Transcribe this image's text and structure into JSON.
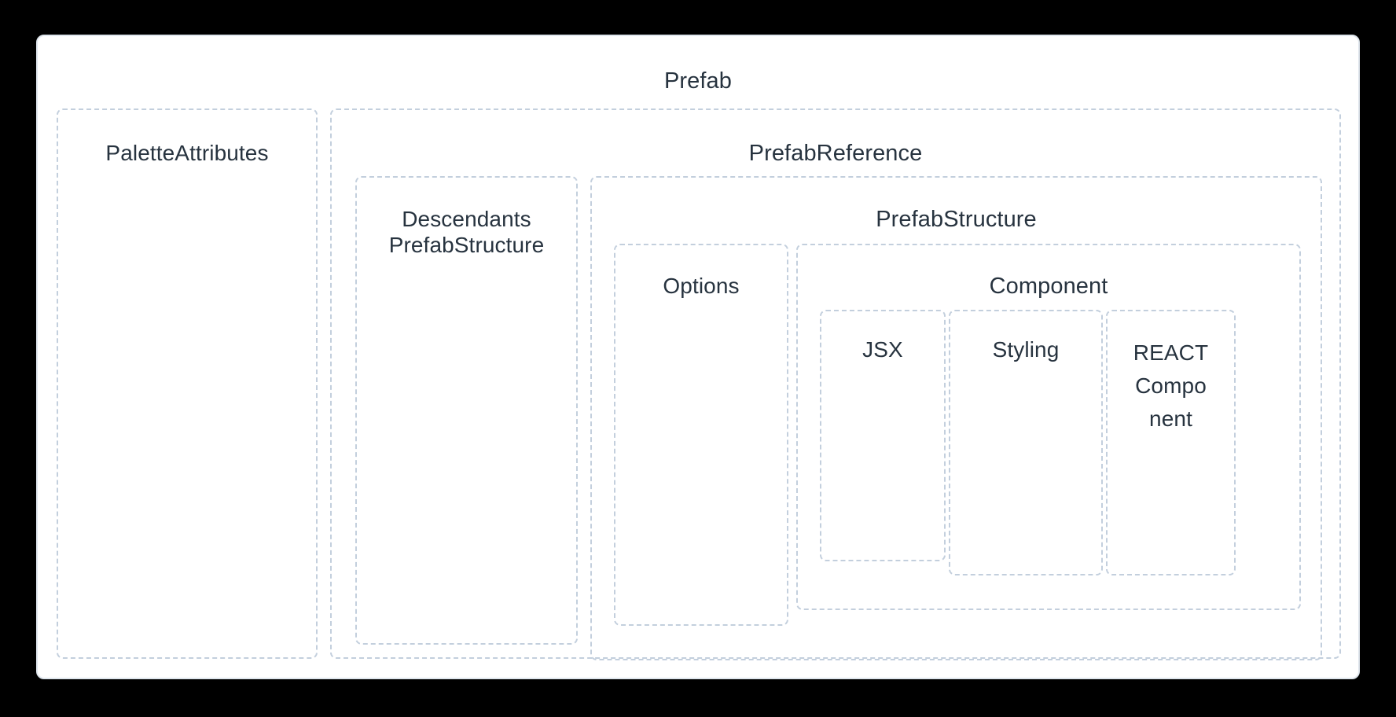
{
  "diagram": {
    "type": "nested-box-hierarchy",
    "title": "Prefab",
    "background_color": "#000000",
    "card_background": "#ffffff",
    "card_border_color": "#dfe6ed",
    "box_border_color": "#c3cfdd",
    "text_color": "#27333f",
    "boxes": {
      "prefab": {
        "label": "Prefab",
        "level": 0
      },
      "palette_attributes": {
        "label": "PaletteAttributes",
        "level": 1
      },
      "prefab_reference": {
        "label": "PrefabReference",
        "level": 1
      },
      "descendants_prefab_structure": {
        "label": "Descendants\nPrefabStructure",
        "level": 2
      },
      "prefab_structure": {
        "label": "PrefabStructure",
        "level": 2
      },
      "options": {
        "label": "Options",
        "level": 3
      },
      "component": {
        "label": "Component",
        "level": 3
      },
      "jsx": {
        "label": "JSX",
        "level": 4
      },
      "styling": {
        "label": "Styling",
        "level": 4
      },
      "react_component": {
        "label": "REACT\nCompo\nnent",
        "level": 4
      }
    }
  }
}
